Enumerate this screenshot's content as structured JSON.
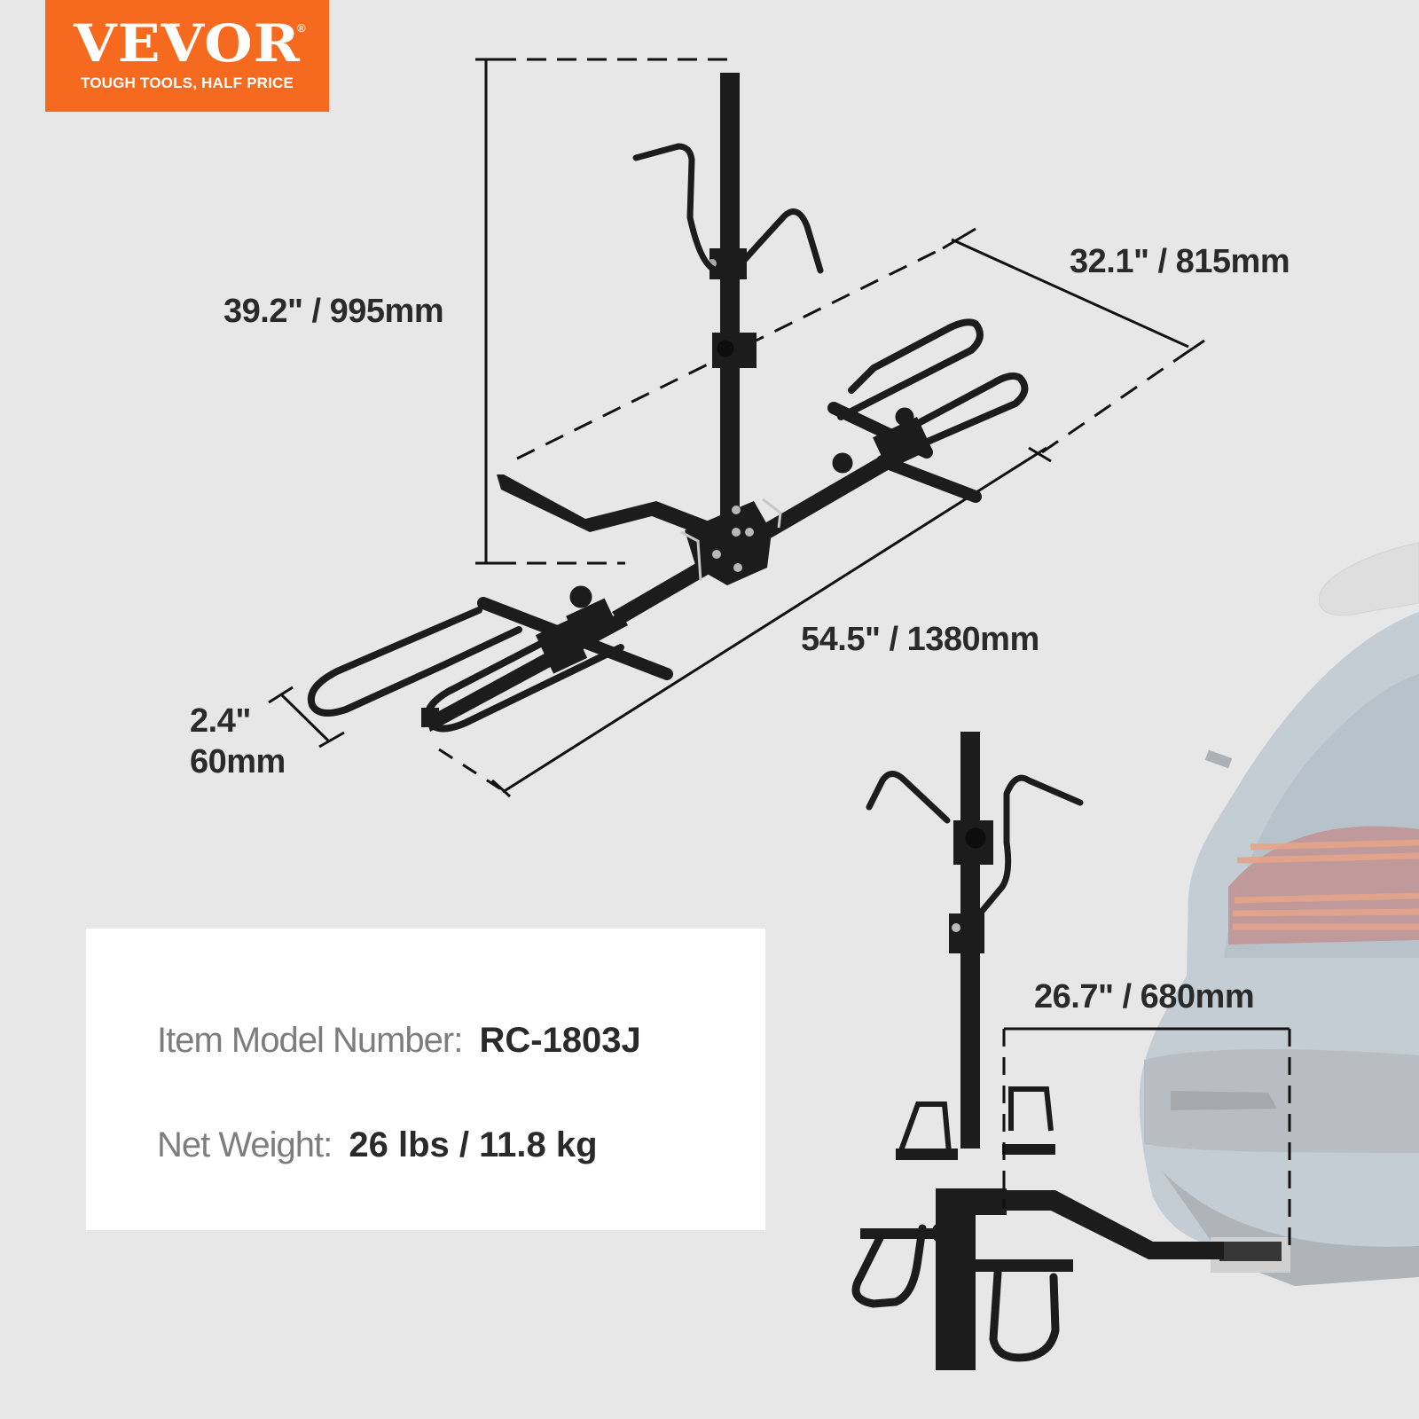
{
  "brand": {
    "name": "VEVOR",
    "registered_mark": "®",
    "tagline": "TOUGH TOOLS, HALF PRICE",
    "color": "#f56a1f"
  },
  "product": {
    "type": "2-bike hitch rack",
    "icons": [
      "bike-rack-drawing",
      "car-rear-silhouette"
    ]
  },
  "dimensions": {
    "height": "39.2\" / 995mm",
    "width": "32.1\" / 815mm",
    "length": "54.5\" / 1380mm",
    "tube_inch": "2.4\"",
    "tube_mm": "60mm",
    "clearance": "26.7\" / 680mm"
  },
  "specs": {
    "model_label": "Item Model Number:",
    "model_value": "RC-1803J",
    "weight_label": "Net Weight:",
    "weight_value": "26 lbs / 11.8 kg"
  },
  "colors": {
    "background": "#e7e7e7",
    "panel": "#ffffff",
    "text_dark": "#2a2a2a",
    "text_gray": "#7d7d7d",
    "metal": "#1c1c1c"
  }
}
